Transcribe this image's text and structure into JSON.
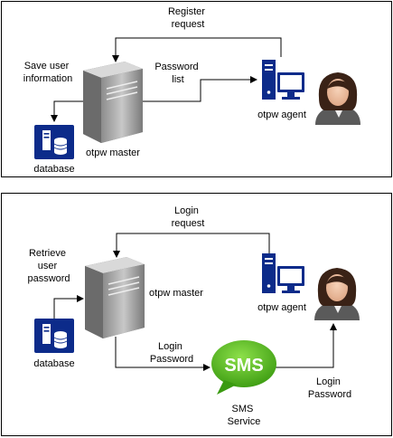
{
  "panel_top": {
    "labels": {
      "register_request": [
        "Register",
        "request"
      ],
      "save_user_information": [
        "Save user",
        "information"
      ],
      "password_list": [
        "Password",
        "list"
      ],
      "otpw_master": "otpw master",
      "otpw_agent": "otpw agent",
      "database": "database"
    }
  },
  "panel_bottom": {
    "labels": {
      "login_request": [
        "Login",
        "request"
      ],
      "retrieve_user_password": [
        "Retrieve",
        "user",
        "password"
      ],
      "otpw_master": "otpw master",
      "otpw_agent": "otpw agent",
      "database": "database",
      "login_password_master": [
        "Login",
        "Password"
      ],
      "login_password_agent": [
        "Login",
        "Password"
      ],
      "sms_service": [
        "SMS",
        "Service"
      ],
      "sms_bubble_text": "SMS"
    }
  },
  "colors": {
    "agent_blue": "#0c2b8a",
    "sms_green": "#4caf1a",
    "server_gray": "#9a9a9a",
    "line": "#000000"
  }
}
